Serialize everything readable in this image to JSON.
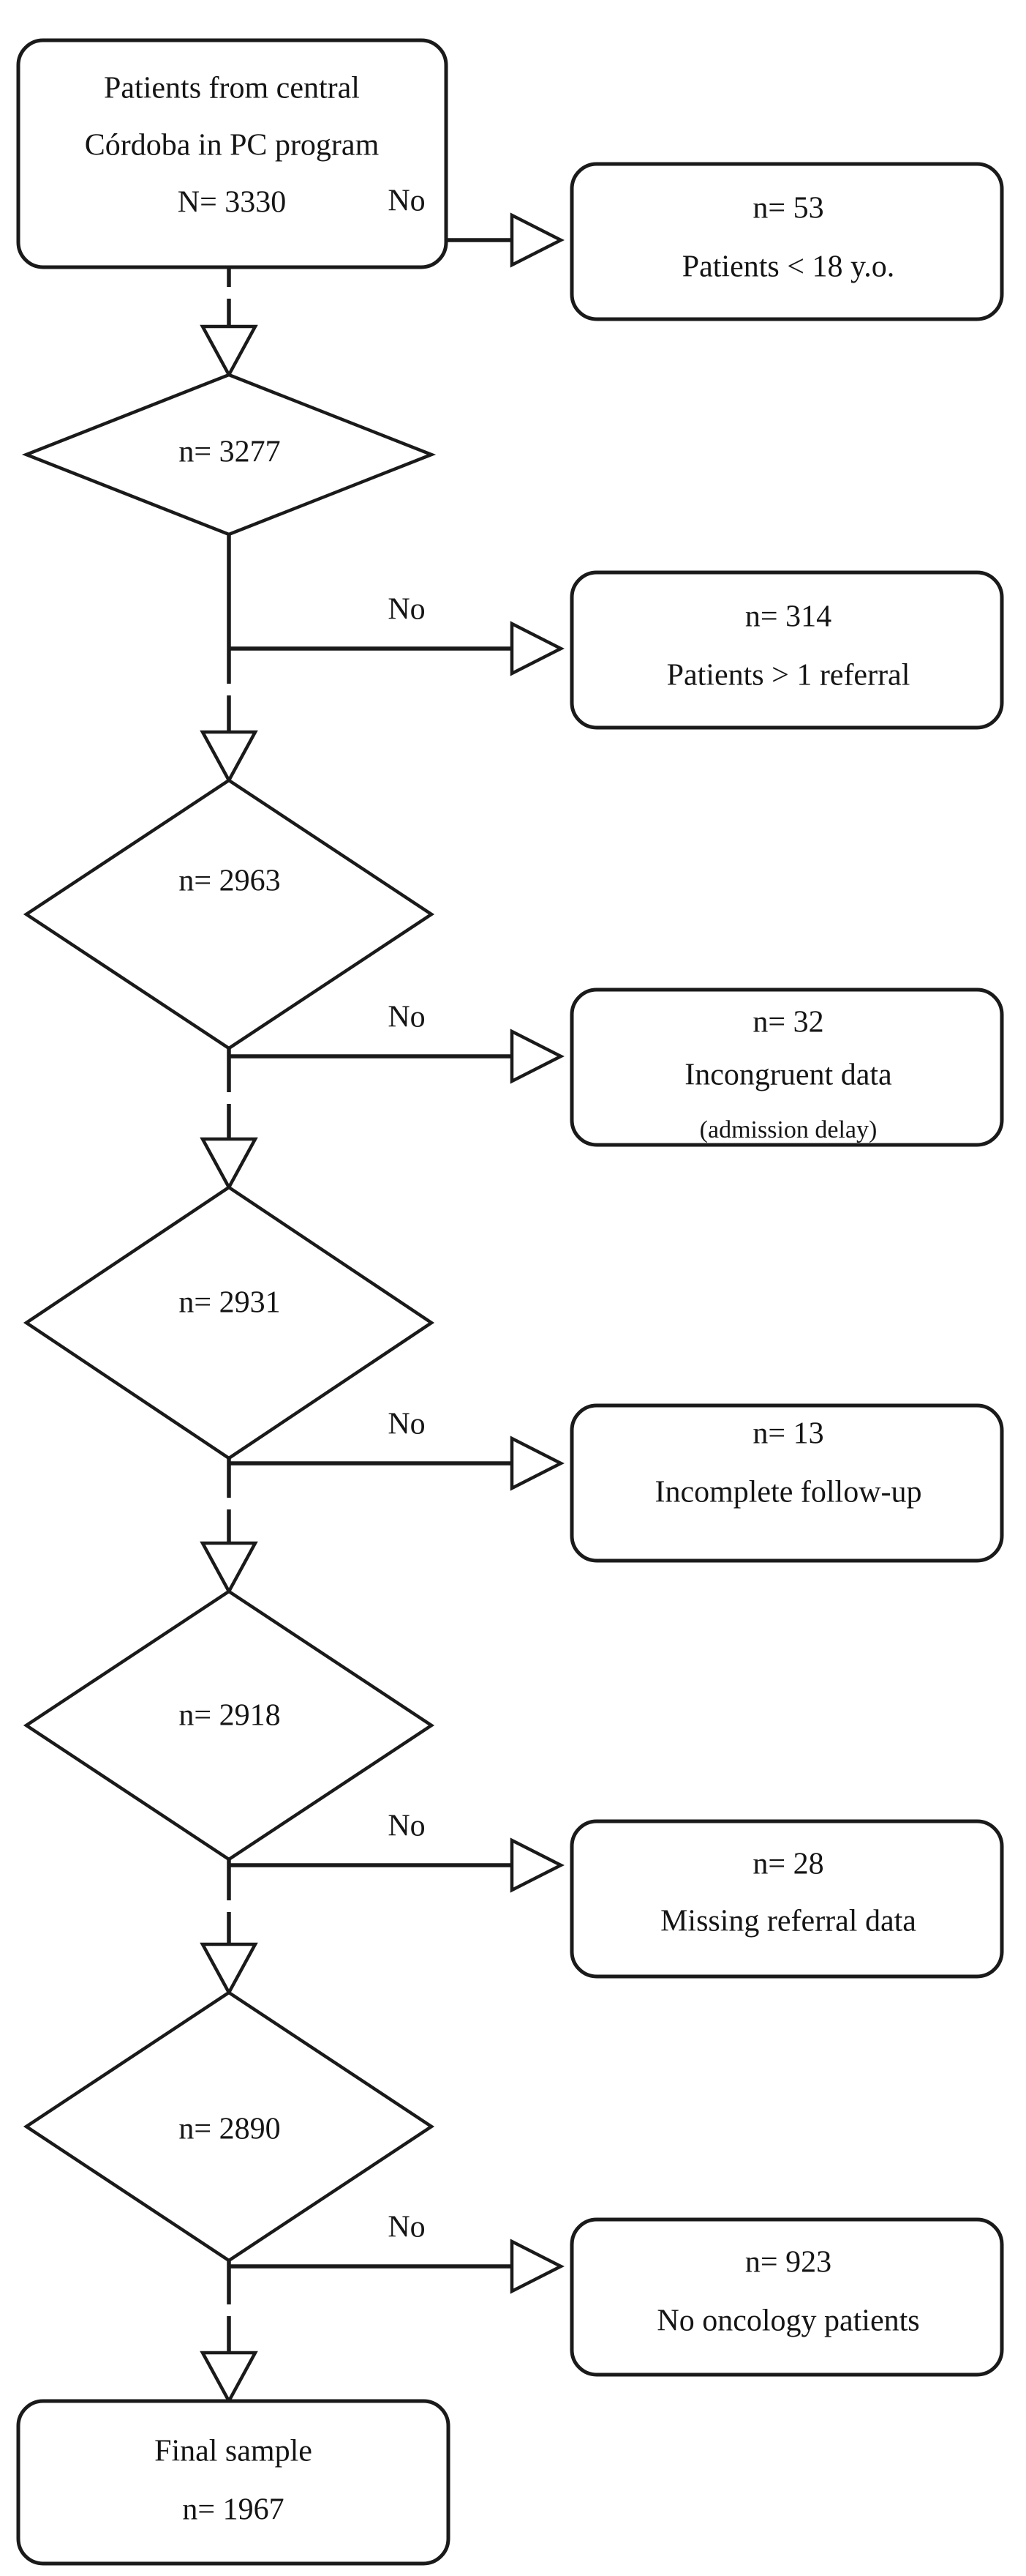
{
  "diagram": {
    "type": "patient-selection-flowchart",
    "title": "",
    "background_color": "#ffffff",
    "line_color": "#1a1a1a",
    "text_color": "#151515",
    "branch_label": "No",
    "start_node": {
      "id": "start",
      "shape": "rounded-rectangle",
      "lines": [
        "Patients from central",
        "Córdoba in PC program",
        "N= 3330"
      ]
    },
    "decision_nodes": [
      {
        "id": "d1",
        "shape": "diamond",
        "label": "n= 3277"
      },
      {
        "id": "d2",
        "shape": "diamond",
        "label": "n= 2963"
      },
      {
        "id": "d3",
        "shape": "diamond",
        "label": "n= 2931"
      },
      {
        "id": "d4",
        "shape": "diamond",
        "label": "n= 2918"
      },
      {
        "id": "d5",
        "shape": "diamond",
        "label": "n= 2890"
      }
    ],
    "exclusion_nodes": [
      {
        "id": "e1",
        "shape": "rounded-rectangle",
        "count": "n= 53",
        "reason": "Patients < 18 y.o.",
        "note": ""
      },
      {
        "id": "e2",
        "shape": "rounded-rectangle",
        "count": "n= 314",
        "reason": "Patients > 1 referral",
        "note": ""
      },
      {
        "id": "e3",
        "shape": "rounded-rectangle",
        "count": "n= 32",
        "reason": "Incongruent data",
        "note": "(admission delay)"
      },
      {
        "id": "e4",
        "shape": "rounded-rectangle",
        "count": "n= 13",
        "reason": "Incomplete follow-up",
        "note": ""
      },
      {
        "id": "e5",
        "shape": "rounded-rectangle",
        "count": "n= 28",
        "reason": "Missing referral data",
        "note": ""
      },
      {
        "id": "e6",
        "shape": "rounded-rectangle",
        "count": "n= 923",
        "reason": "No oncology patients",
        "note": ""
      }
    ],
    "end_node": {
      "id": "final",
      "shape": "rounded-rectangle",
      "lines": [
        "Final sample",
        "n= 1967"
      ]
    },
    "branch_labels": [
      "No",
      "No",
      "No",
      "No",
      "No",
      "No"
    ]
  }
}
